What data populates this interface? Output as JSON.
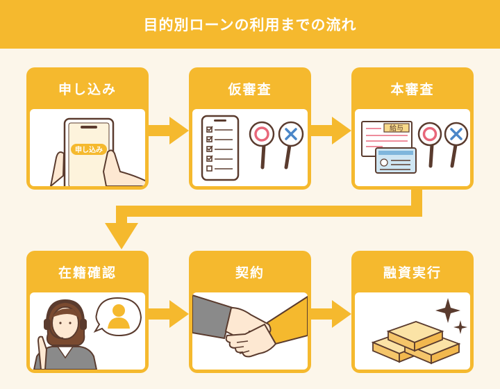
{
  "header": {
    "title": "目的別ローンの利用までの流れ"
  },
  "steps": [
    {
      "label": "申し込み",
      "icon": "smartphone-application-icon",
      "screen_button": "申し込み"
    },
    {
      "label": "仮審査",
      "icon": "checklist-phone-icon"
    },
    {
      "label": "本審査",
      "icon": "documents-id-card-icon",
      "doc_label": "給与"
    },
    {
      "label": "在籍確認",
      "icon": "operator-call-icon"
    },
    {
      "label": "契約",
      "icon": "handshake-icon"
    },
    {
      "label": "融資実行",
      "icon": "money-bundles-icon"
    }
  ],
  "colors": {
    "accent": "#f5b92e",
    "background": "#fcf6ea",
    "panel": "#ffffff",
    "outline": "#5a3b2e",
    "circle_mark": "#e8677a",
    "cross_mark": "#4a86c8"
  }
}
